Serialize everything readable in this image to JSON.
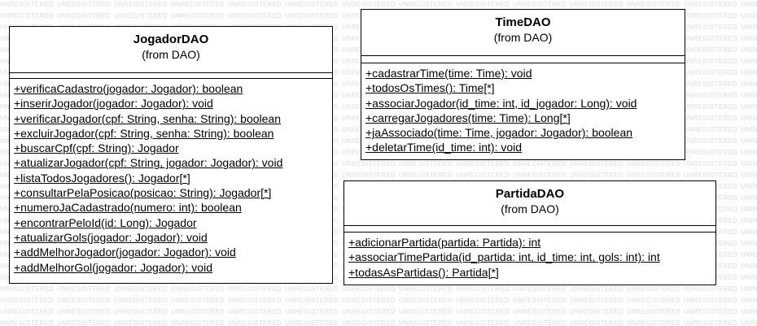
{
  "watermark": {
    "text": "UNREGISTERED"
  },
  "classes": {
    "jogador_dao": {
      "name": "JogadorDAO",
      "stereotype": "(from DAO)",
      "operations": [
        "+verificaCadastro(jogador: Jogador): boolean",
        "+inserirJogador(jogador: Jogador): void",
        "+verificarJogador(cpf: String, senha: String): boolean",
        "+excluirJogador(cpf: String, senha: String): boolean",
        "+buscarCpf(cpf: String): Jogador",
        "+atualizarJogador(cpf: String, jogador: Jogador): void",
        "+listaTodosJogadores(): Jogador[*]",
        "+consultarPelaPosicao(posicao: String): Jogador[*]",
        "+numeroJaCadastrado(numero: int): boolean",
        "+encontrarPeloId(id: Long): Jogador",
        "+atualizarGols(jogador: Jogador): void",
        "+addMelhorJogador(jogador: Jogador): void",
        "+addMelhorGol(jogador: Jogador): void"
      ]
    },
    "time_dao": {
      "name": "TimeDAO",
      "stereotype": "(from DAO)",
      "operations": [
        "+cadastrarTime(time: Time): void",
        "+todosOsTimes(): Time[*]",
        "+associarJogador(id_time: int, id_jogador: Long): void",
        "+carregarJogadores(time: Time): Long[*]",
        "+jaAssociado(time: Time, jogador: Jogador): boolean",
        "+deletarTime(id_time: int): void"
      ]
    },
    "partida_dao": {
      "name": "PartidaDAO",
      "stereotype": "(from DAO)",
      "operations": [
        "+adicionarPartida(partida: Partida): int",
        "+associarTimePartida(id_partida: int, id_time: int, gols: int): int",
        "+todasAsPartidas(): Partida[*]"
      ]
    }
  }
}
